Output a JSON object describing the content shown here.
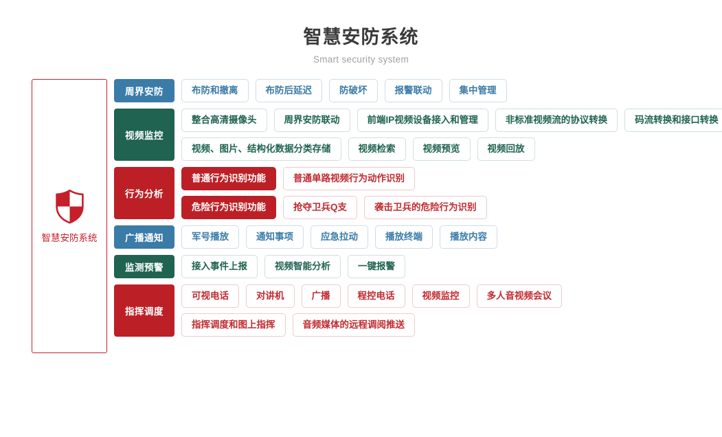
{
  "header": {
    "title": "智慧安防系统",
    "subtitle": "Smart security system"
  },
  "brand": {
    "label": "智慧安防系统",
    "icon": "shield-icon",
    "color": "#c5202a"
  },
  "colors": {
    "blue": "#3a7ba8",
    "green": "#1f6350",
    "red": "#bc2026"
  },
  "rows": [
    {
      "category": "周界安防",
      "theme": "blue",
      "lines": [
        [
          {
            "label": "布防和撤离",
            "style": "outline"
          },
          {
            "label": "布防后延迟",
            "style": "outline"
          },
          {
            "label": "防破坏",
            "style": "outline"
          },
          {
            "label": "报警联动",
            "style": "outline"
          },
          {
            "label": "集中管理",
            "style": "outline"
          }
        ]
      ]
    },
    {
      "category": "视频监控",
      "theme": "green",
      "lines": [
        [
          {
            "label": "整合高清摄像头",
            "style": "outline"
          },
          {
            "label": "周界安防联动",
            "style": "outline"
          },
          {
            "label": "前端IP视频设备接入和管理",
            "style": "outline"
          },
          {
            "label": "非标准视频流的协议转换",
            "style": "outline"
          },
          {
            "label": "码流转换和接口转换",
            "style": "outline"
          }
        ],
        [
          {
            "label": "视频、图片、结构化数据分类存储",
            "style": "outline"
          },
          {
            "label": "视频检索",
            "style": "outline"
          },
          {
            "label": "视频预览",
            "style": "outline"
          },
          {
            "label": "视频回放",
            "style": "outline"
          }
        ]
      ]
    },
    {
      "category": "行为分析",
      "theme": "red",
      "lines": [
        [
          {
            "label": "普通行为识别功能",
            "style": "solid"
          },
          {
            "label": "普通单路视频行为动作识别",
            "style": "outline"
          }
        ],
        [
          {
            "label": "危险行为识别功能",
            "style": "solid"
          },
          {
            "label": "抢夺卫兵Q支",
            "style": "outline"
          },
          {
            "label": "袭击卫兵的危险行为识别",
            "style": "outline"
          }
        ]
      ]
    },
    {
      "category": "广播通知",
      "theme": "blue",
      "lines": [
        [
          {
            "label": "军号播放",
            "style": "outline"
          },
          {
            "label": "通知事项",
            "style": "outline"
          },
          {
            "label": "应急拉动",
            "style": "outline"
          },
          {
            "label": "播放终端",
            "style": "outline"
          },
          {
            "label": "播放内容",
            "style": "outline"
          }
        ]
      ]
    },
    {
      "category": "监测预警",
      "theme": "green",
      "lines": [
        [
          {
            "label": "接入事件上报",
            "style": "outline"
          },
          {
            "label": "视频智能分析",
            "style": "outline"
          },
          {
            "label": "一键报警",
            "style": "outline"
          }
        ]
      ]
    },
    {
      "category": "指挥调度",
      "theme": "red",
      "lines": [
        [
          {
            "label": "可视电话",
            "style": "outline"
          },
          {
            "label": "对讲机",
            "style": "outline"
          },
          {
            "label": "广播",
            "style": "outline"
          },
          {
            "label": "程控电话",
            "style": "outline"
          },
          {
            "label": "视频监控",
            "style": "outline"
          },
          {
            "label": "多人音视频会议",
            "style": "outline"
          }
        ],
        [
          {
            "label": "指挥调度和图上指挥",
            "style": "outline"
          },
          {
            "label": "音频媒体的远程调阅推送",
            "style": "outline"
          }
        ]
      ]
    }
  ]
}
